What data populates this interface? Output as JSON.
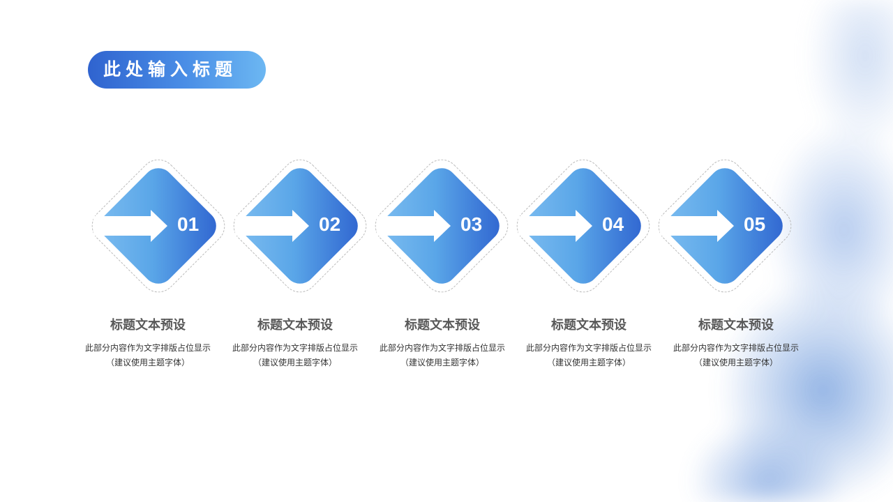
{
  "title": "此处输入标题",
  "steps": [
    {
      "number": "01",
      "heading": "标题文本预设",
      "line1": "此部分内容作为文字排版占位显示",
      "line2": "（建议使用主题字体）"
    },
    {
      "number": "02",
      "heading": "标题文本预设",
      "line1": "此部分内容作为文字排版占位显示",
      "line2": "（建议使用主题字体）"
    },
    {
      "number": "03",
      "heading": "标题文本预设",
      "line1": "此部分内容作为文字排版占位显示",
      "line2": "（建议使用主题字体）"
    },
    {
      "number": "04",
      "heading": "标题文本预设",
      "line1": "此部分内容作为文字排版占位显示",
      "line2": "（建议使用主题字体）"
    },
    {
      "number": "05",
      "heading": "标题文本预设",
      "line1": "此部分内容作为文字排版占位显示",
      "line2": "（建议使用主题字体）"
    }
  ],
  "colors": {
    "accent": "#3d7ad8",
    "light": "#7dbdf0",
    "text": "#595959"
  }
}
